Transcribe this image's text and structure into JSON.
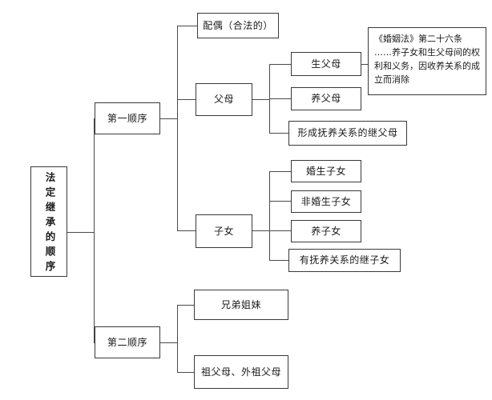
{
  "diagram": {
    "title": "法定继承的顺序",
    "root": {
      "label": "法定继承的顺序"
    },
    "orders": [
      {
        "label": "第一顺序"
      },
      {
        "label": "第二顺序"
      }
    ],
    "first_order_children": [
      {
        "label": "配偶（合法的）"
      },
      {
        "label": "父母"
      },
      {
        "label": "子女"
      }
    ],
    "parents_children": [
      {
        "label": "生父母"
      },
      {
        "label": "养父母"
      },
      {
        "label": "形成抚养关系的继父母"
      }
    ],
    "offspring_children": [
      {
        "label": "婚生子女"
      },
      {
        "label": "非婚生子女"
      },
      {
        "label": "养子女"
      },
      {
        "label": "有抚养关系的继子女"
      }
    ],
    "second_order_children": [
      {
        "label": "兄弟姐妹"
      },
      {
        "label": "祖父母、外祖父母"
      }
    ],
    "note": {
      "label": "《婚姻法》第二十六条 ……养子女和生父母间的权利和义务，因收养关系的成立而消除"
    },
    "colors": {
      "border": "#3a3a3a",
      "line": "#4a4a4a",
      "text": "#1a1a1a",
      "background": "#ffffff"
    }
  }
}
